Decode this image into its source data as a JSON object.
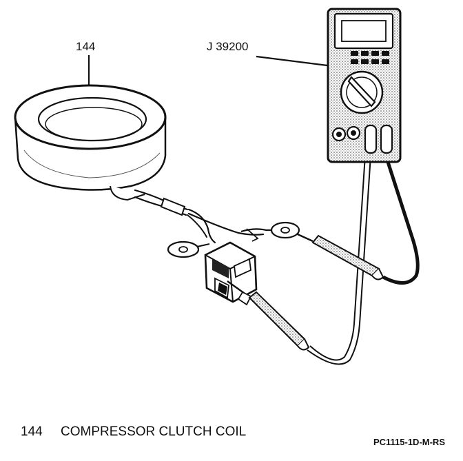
{
  "callouts": {
    "coil_number": "144",
    "meter_tool": "J 39200"
  },
  "legend": {
    "number": "144",
    "text": "COMPRESSOR CLUTCH COIL"
  },
  "figure_code": "PC1115-1D-M-RS"
}
